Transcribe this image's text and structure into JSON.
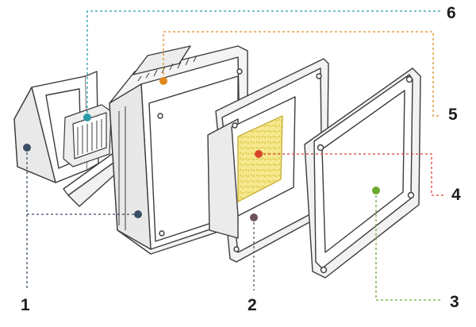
{
  "diagram": {
    "callouts": [
      {
        "id": "1",
        "label": "1",
        "color": "#3a4e66"
      },
      {
        "id": "2",
        "label": "2",
        "color": "#6b5358"
      },
      {
        "id": "3",
        "label": "3",
        "color": "#6aaa2e"
      },
      {
        "id": "4",
        "label": "4",
        "color": "#d9442a"
      },
      {
        "id": "5",
        "label": "5",
        "color": "#e08a20"
      },
      {
        "id": "6",
        "label": "6",
        "color": "#2a9aa8"
      }
    ],
    "colors": {
      "outline": "#3c3c3c",
      "fill": "#ffffff",
      "shade": "#e6e6e6",
      "led_yellow": "#f3e27a",
      "led_pattern": "#e2c94a"
    }
  }
}
